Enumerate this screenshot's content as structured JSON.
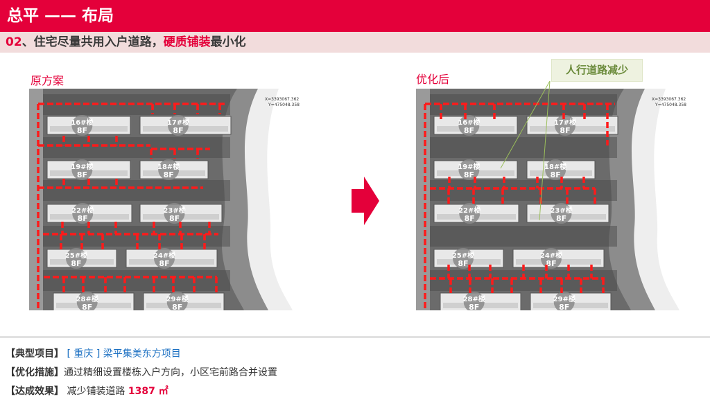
{
  "header": {
    "title": "总平 —— 布局"
  },
  "subtitle": {
    "num": "02",
    "text1": "、住宅尽量共用入户道路，",
    "highlight": "硬质铺装",
    "text2": "最小化"
  },
  "plans": [
    {
      "label": "原方案"
    },
    {
      "label": "优化后"
    }
  ],
  "buildings": [
    {
      "name": "16#楼",
      "floors": "8F"
    },
    {
      "name": "17#楼",
      "floors": "8F"
    },
    {
      "name": "19#楼",
      "floors": "8F"
    },
    {
      "name": "18#楼",
      "floors": "8F"
    },
    {
      "name": "22#楼",
      "floors": "8F"
    },
    {
      "name": "23#楼",
      "floors": "8F"
    },
    {
      "name": "25#楼",
      "floors": "8F"
    },
    {
      "name": "24#楼",
      "floors": "8F"
    },
    {
      "name": "28#楼",
      "floors": "8F"
    },
    {
      "name": "29#楼",
      "floors": "8F"
    }
  ],
  "coords": [
    "X=3393067.362",
    "Y=475048.358"
  ],
  "callout": {
    "text": "人行道路减少"
  },
  "info": {
    "project_label": "【典型项目】",
    "project_value": "[ 重庆 ] 梁平集美东方项目",
    "measure_label": "【优化措施】",
    "measure_value": "通过精细设置楼栋入户方向，小区宅前路合并设置",
    "result_label": "【达成效果】",
    "result_value": "减少铺装道路",
    "result_num": "1387 ㎡"
  },
  "colors": {
    "accent": "#e4003a",
    "callout_text": "#6a8a3a",
    "link": "#1a6fc2"
  }
}
